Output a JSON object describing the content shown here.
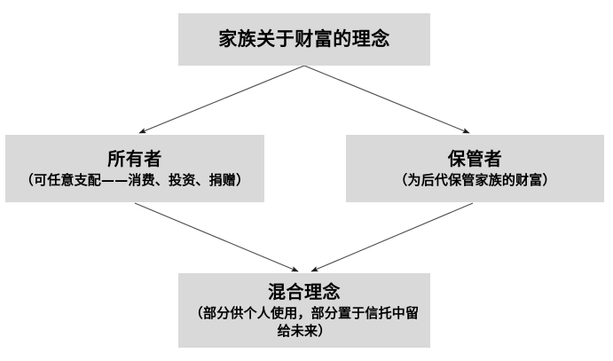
{
  "diagram": {
    "type": "flowchart",
    "orientation": "top-down-diamond",
    "box_fill_color": "#d9d9d9",
    "connector_color": "#3f3f3f",
    "background_color": "#ffffff",
    "nodes": [
      {
        "id": "root",
        "title": "家族关于财富的理念",
        "subtitle": ""
      },
      {
        "id": "owner",
        "title": "所有者",
        "subtitle": "（可任意支配——消费、投资、捐赠）"
      },
      {
        "id": "steward",
        "title": "保管者",
        "subtitle": "（为后代保管家族的财富）"
      },
      {
        "id": "hybrid",
        "title": "混合理念",
        "subtitle": "（部分供个人使用，部分置于信托中留给未来）"
      }
    ],
    "connectors": [
      {
        "id": "root-to-owner",
        "from": "root",
        "to": "owner",
        "arrowhead": "end"
      },
      {
        "id": "root-to-steward",
        "from": "root",
        "to": "steward",
        "arrowhead": "end"
      },
      {
        "id": "owner-to-hybrid",
        "from": "owner",
        "to": "hybrid",
        "arrowhead": "end"
      },
      {
        "id": "steward-to-hybrid",
        "from": "steward",
        "to": "hybrid",
        "arrowhead": "end"
      }
    ]
  }
}
